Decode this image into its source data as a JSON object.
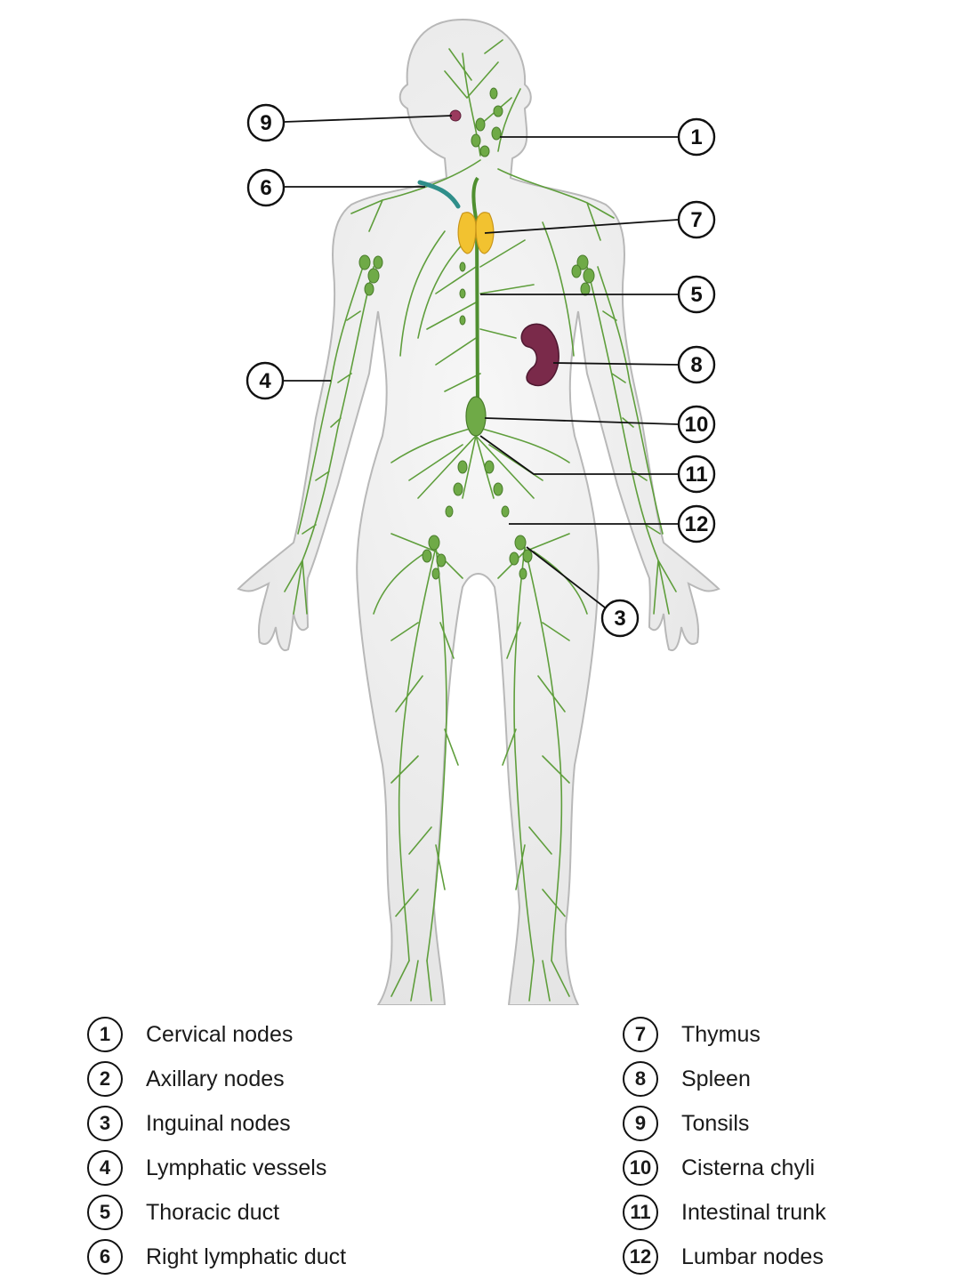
{
  "callouts": [
    {
      "number": "1",
      "label": "Cervical nodes"
    },
    {
      "number": "2",
      "label": "Axillary nodes"
    },
    {
      "number": "3",
      "label": "Inguinal nodes"
    },
    {
      "number": "4",
      "label": "Lymphatic vessels"
    },
    {
      "number": "5",
      "label": "Thoracic duct"
    },
    {
      "number": "6",
      "label": "Right lymphatic duct"
    },
    {
      "number": "7",
      "label": "Thymus"
    },
    {
      "number": "8",
      "label": "Spleen"
    },
    {
      "number": "9",
      "label": "Tonsils"
    },
    {
      "number": "10",
      "label": "Cisterna chyli"
    },
    {
      "number": "11",
      "label": "Intestinal trunk"
    },
    {
      "number": "12",
      "label": "Lumbar nodes"
    }
  ],
  "colors": {
    "lymph_vessel": "#5f9e3c",
    "lymph_node": "#6faa47",
    "body_fill": "#efefef",
    "body_outline": "#b8b8b8",
    "thymus": "#f2c230",
    "spleen": "#7a2a4a",
    "right_lymphatic_duct": "#2f8e8a",
    "tonsil": "#9b3a5e"
  }
}
